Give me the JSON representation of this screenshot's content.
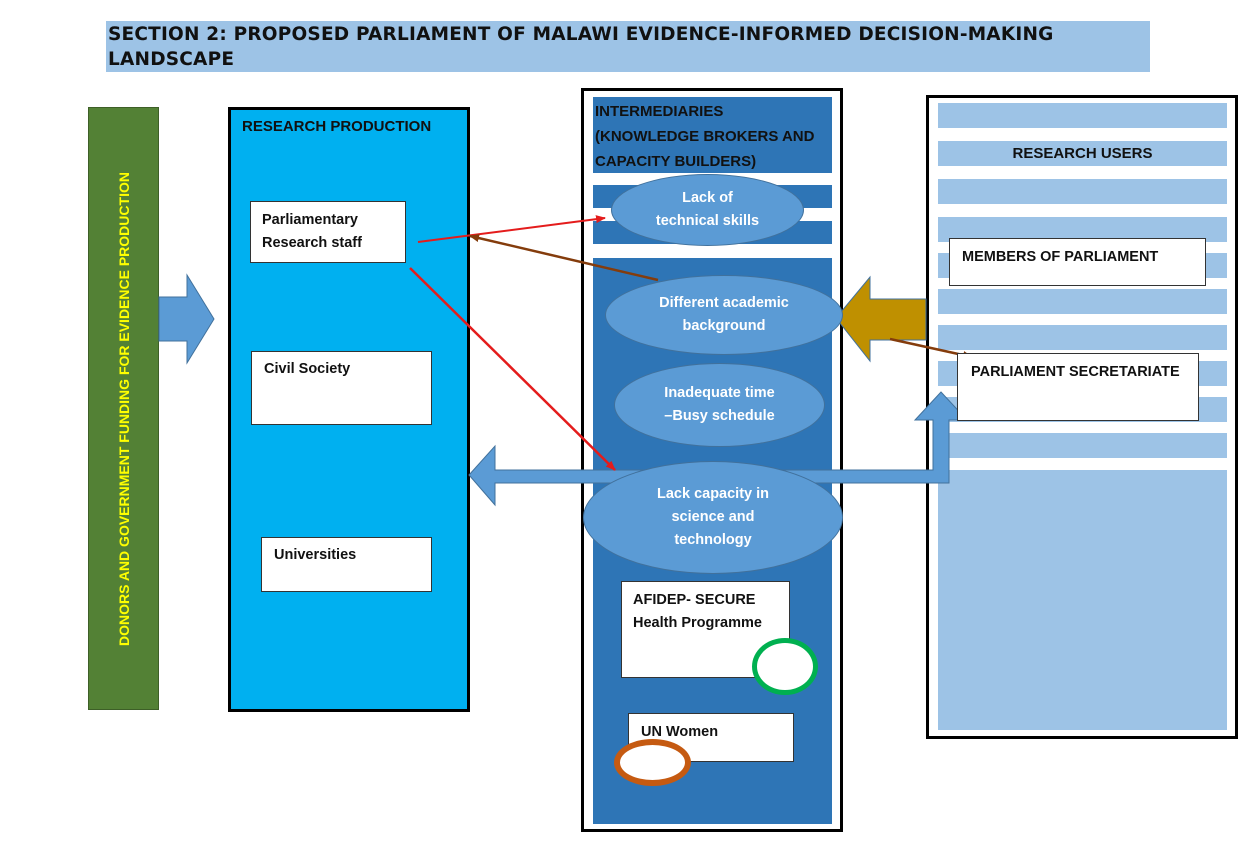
{
  "title": "SECTION 2: PROPOSED PARLIAMENT OF MALAWI EVIDENCE-INFORMED DECISION-MAKING LANDSCAPE",
  "donors": {
    "label": "DONORS AND GOVERNMENT FUNDING FOR EVIDENCE PRODUCTION",
    "color": "#538135",
    "text_color": "#ffff00"
  },
  "research_production": {
    "title": "RESEARCH PRODUCTION",
    "color": "#00b0f0",
    "items": [
      {
        "label_line1": "Parliamentary",
        "label_line2": "Research staff"
      },
      {
        "label": "Civil Society"
      },
      {
        "label": "Universities"
      }
    ]
  },
  "intermediaries": {
    "title_lines": [
      "INTERMEDIARIES",
      "(KNOWLEDGE BROKERS AND",
      "CAPACITY BUILDERS)"
    ],
    "color": "#2e75b6",
    "challenges": [
      {
        "line1": "Lack of",
        "line2": "technical skills"
      },
      {
        "line1": "Different academic",
        "line2": "background"
      },
      {
        "line1": "Inadequate time",
        "line2": "–Busy schedule"
      },
      {
        "line1": "Lack capacity in",
        "line2": "science and",
        "line3": "technology"
      }
    ],
    "organizations": [
      {
        "line1": "AFIDEP- SECURE",
        "line2": "Health Programme",
        "marker_color": "#00b050"
      },
      {
        "label": "UN Women",
        "marker_color": "#c55a11"
      }
    ]
  },
  "research_users": {
    "title": "RESEARCH USERS",
    "stripe_color": "#9dc3e6",
    "items": [
      {
        "label": "MEMBERS OF PARLIAMENT"
      },
      {
        "label": "PARLIAMENT SECRETARIATE"
      }
    ]
  },
  "connectors": {
    "red_color": "#e41c1c",
    "brown_color": "#843c0c",
    "blue_arrow_color": "#5b9bd5",
    "gold_arrow_color": "#bf9000"
  }
}
